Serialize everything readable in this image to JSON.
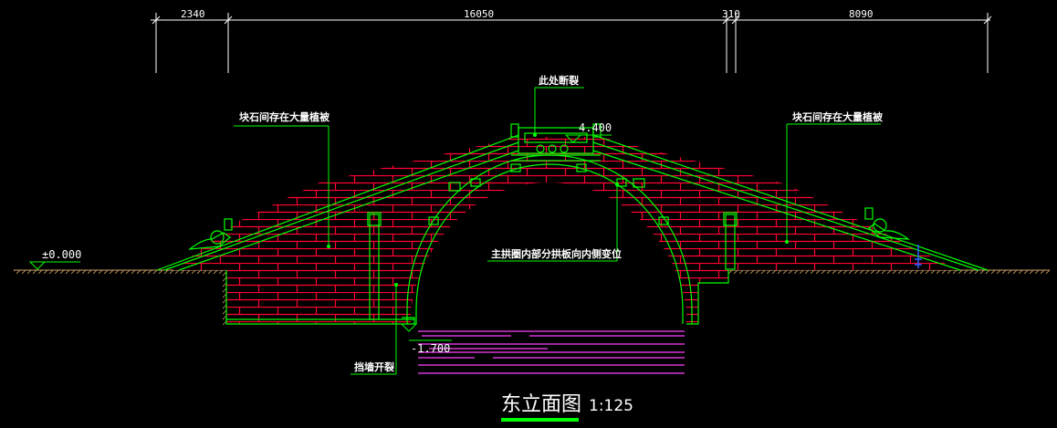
{
  "dimensions": [
    "2340",
    "16050",
    "310",
    "8090"
  ],
  "elevations": {
    "top": "4.400",
    "ground": "±0.000",
    "water": "-1.700"
  },
  "annotations": {
    "fracture_here": "此处断裂",
    "plants_left": "块石间存在大量植被",
    "plants_right": "块石间存在大量植被",
    "arch_deformation": "主拱圈内部分拱板向内侧变位",
    "wall_crack": "挡墙开裂"
  },
  "title": {
    "main": "东立面图",
    "scale": "1:125"
  },
  "colors": {
    "background": "#000000",
    "outline": "#00ff00",
    "brick": "#ff0033",
    "ground_hatch": "#c8a060",
    "water": "#ff40ff",
    "text": "#ffffff",
    "dimension": "#ffffff",
    "marker": "#3060ff"
  }
}
